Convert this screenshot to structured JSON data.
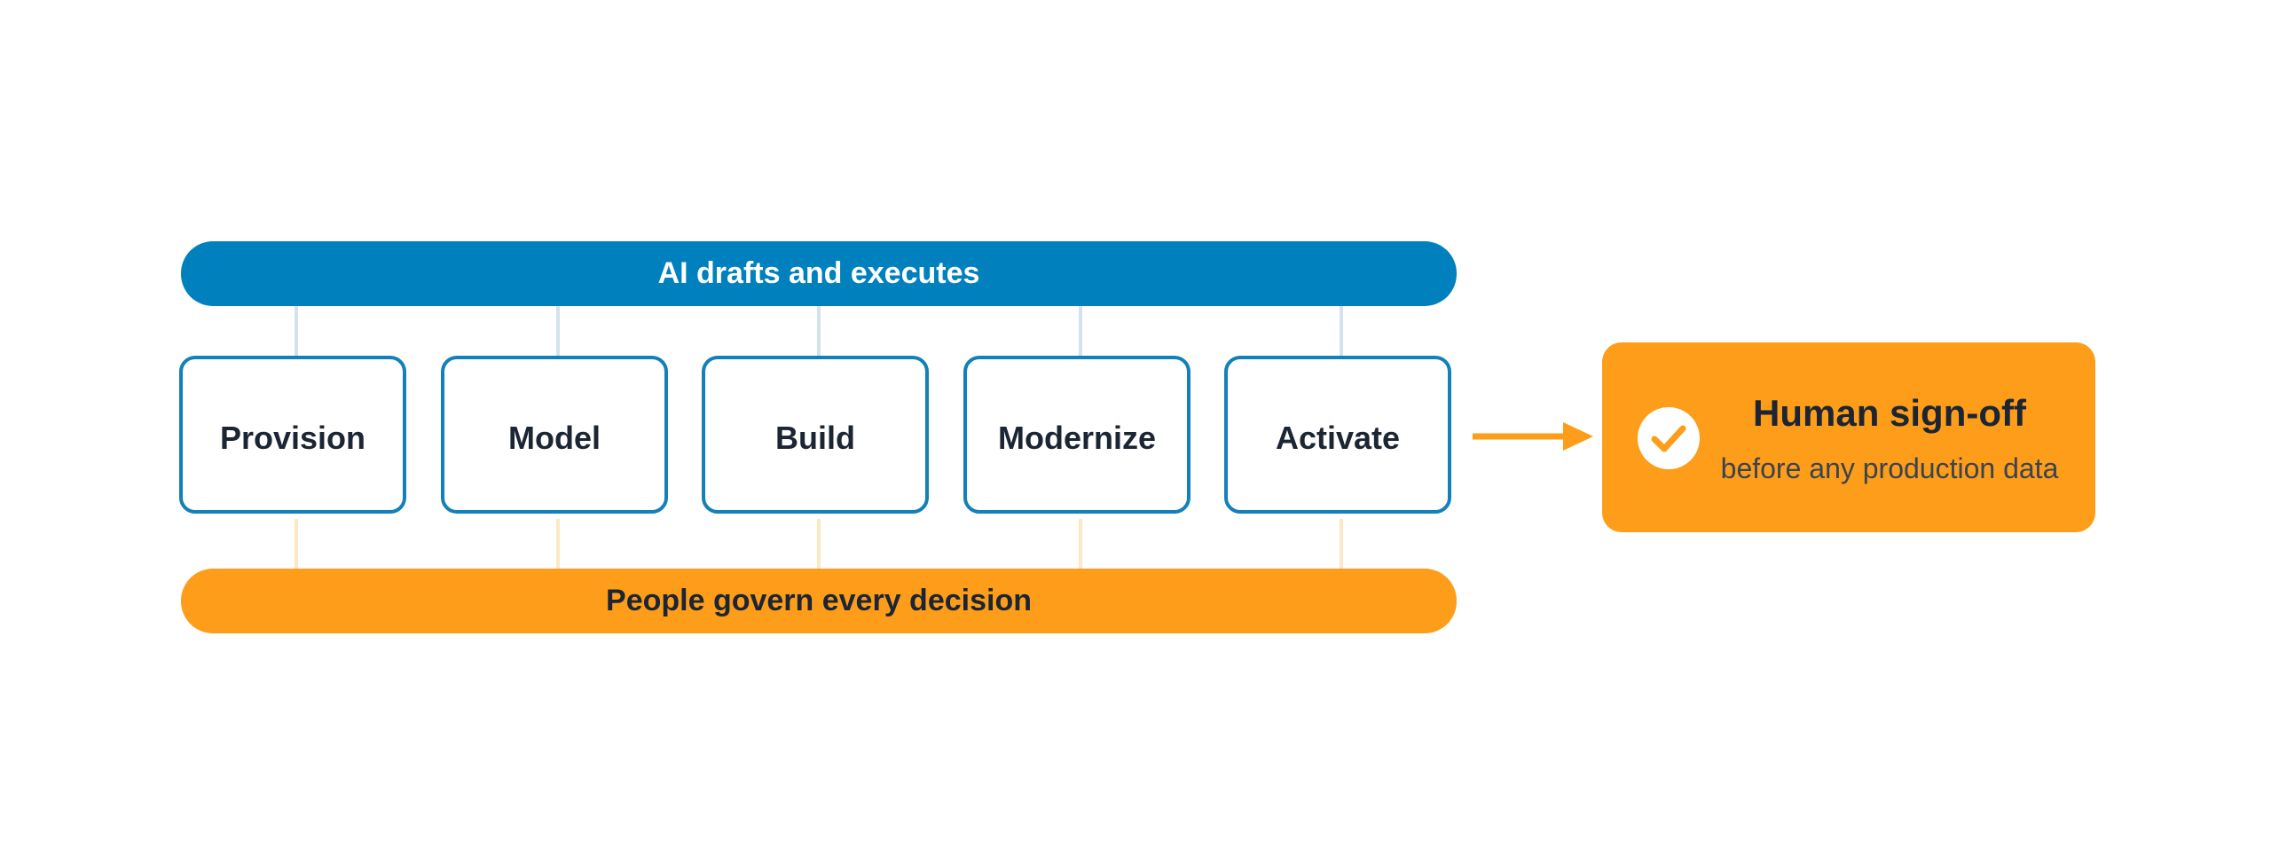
{
  "colors": {
    "ai_blue": "#0081bd",
    "people_orange": "#fd9d1a",
    "stage_border": "#1380b9",
    "text_dark": "#1c2533"
  },
  "ai_bar": {
    "label": "AI drafts and executes"
  },
  "people_bar": {
    "label": "People govern every decision"
  },
  "stages": [
    {
      "label": "Provision"
    },
    {
      "label": "Model"
    },
    {
      "label": "Build"
    },
    {
      "label": "Modernize"
    },
    {
      "label": "Activate"
    }
  ],
  "signoff": {
    "icon": "check-circle-icon",
    "title": "Human sign-off",
    "subtitle": "before any production data"
  }
}
